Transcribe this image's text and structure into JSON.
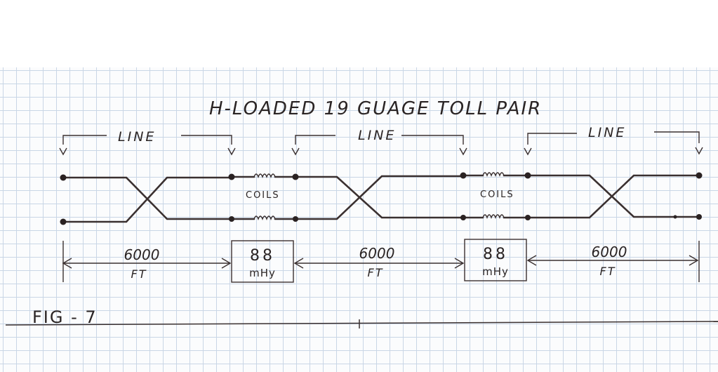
{
  "title": "H-LOADED 19 GUAGE TOLL PAIR",
  "line_label": "LINE",
  "coils_label": "COILS",
  "sections": [
    {
      "length": "6000",
      "unit": "FT"
    },
    {
      "length": "6000",
      "unit": "FT"
    },
    {
      "length": "6000",
      "unit": "FT"
    }
  ],
  "loading_coils": [
    {
      "value": "88",
      "unit": "mHy"
    },
    {
      "value": "88",
      "unit": "mHy"
    }
  ],
  "figure_label": "FIG - 7",
  "colors": {
    "ink": "#2a2424",
    "grid": "#c9d6e6",
    "paper": "#fbfcfd"
  }
}
